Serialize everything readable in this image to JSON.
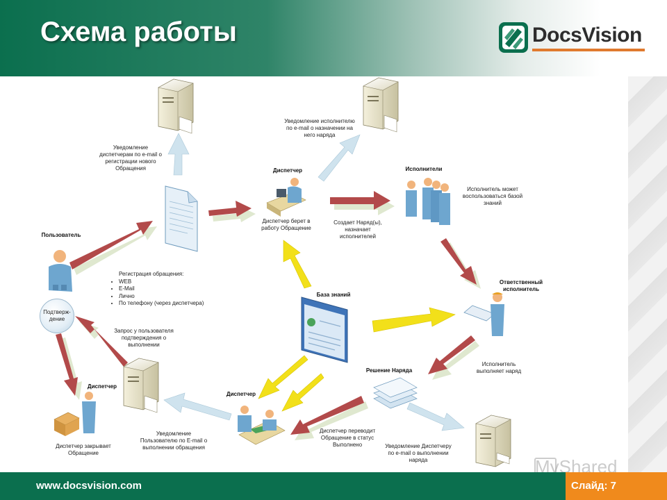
{
  "header": {
    "title": "Схема работы"
  },
  "logo": {
    "text": "DocsVision"
  },
  "footer": {
    "url": "www.docsvision.com",
    "slide": "Слайд: 7"
  },
  "watermark": "MyShared",
  "nodes": {
    "user": "Пользователь",
    "dispatcher_top": "Диспетчер",
    "executors": "Исполнители",
    "responsible": "Ответственный исполнитель",
    "knowledge_base": "База знаний",
    "solution": "Решение Наряда",
    "dispatcher_bottom": "Диспетчер",
    "dispatcher_left": "Диспетчер",
    "confirmation": "Подтверж-дение"
  },
  "labels": {
    "notify_dispatchers": "Уведомление диспетчерам по e-mail о регистрации нового Обращения",
    "notify_executor": "Уведомление исполнителю по e-mail о назначении на него наряда",
    "dispatcher_takes": "Диспетчер берет в работу Обращение",
    "creates_order": "Создает Наряд(ы), назначает исполнителей",
    "executor_can_use": "Исполнитель может воспользоваться базой знаний",
    "executor_does": "Исполнитель выполняет наряд",
    "request_user": "Запрос у пользователя подтверждения о выполнении",
    "dispatcher_closes": "Диспетчер закрывает Обращение",
    "notify_user": "Уведомление Пользователю по E-mail о выполнении обращения",
    "dispatcher_moves": "Диспетчер переводит Обращение в статус Выполнено",
    "notify_dispatcher_done": "Уведомление Диспетчеру по e-mail о выполнении наряда"
  },
  "registration": {
    "title": "Регистрация обращения:",
    "items": [
      "WEB",
      "E-Mail",
      "Лично",
      "По телефону (через диспетчера)"
    ]
  },
  "colors": {
    "brand_green": "#0b6f4e",
    "accent_orange": "#f08a1c",
    "arrow_red": "#b24a4a",
    "arrow_yellow": "#f2e01a",
    "arrow_lightblue": "#cfe3ee"
  }
}
